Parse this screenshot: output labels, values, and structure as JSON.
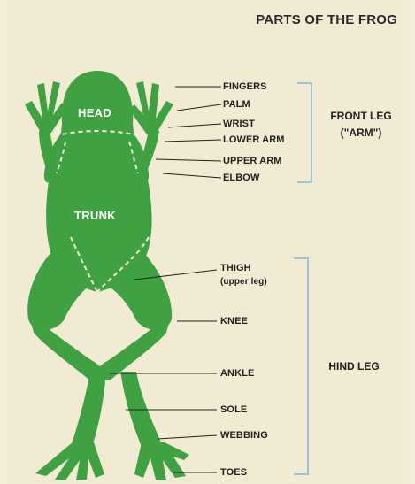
{
  "title": "PARTS OF THE FROG",
  "body_regions": {
    "head": "HEAD",
    "trunk": "TRUNK"
  },
  "front_leg": {
    "group_label": "FRONT LEG",
    "group_sublabel": "(\"ARM\")",
    "parts": [
      "FINGERS",
      "PALM",
      "WRIST",
      "LOWER ARM",
      "UPPER ARM",
      "ELBOW"
    ]
  },
  "hind_leg": {
    "group_label": "HIND LEG",
    "parts": {
      "thigh": "THIGH",
      "thigh_note": "(upper leg)",
      "knee": "KNEE",
      "ankle": "ANKLE",
      "sole": "SOLE",
      "webbing": "WEBBING",
      "toes": "TOES"
    }
  },
  "colors": {
    "frog_green": "#3fa142",
    "bracket_blue": "#9ac5d8",
    "background": "#f0ebd2"
  }
}
